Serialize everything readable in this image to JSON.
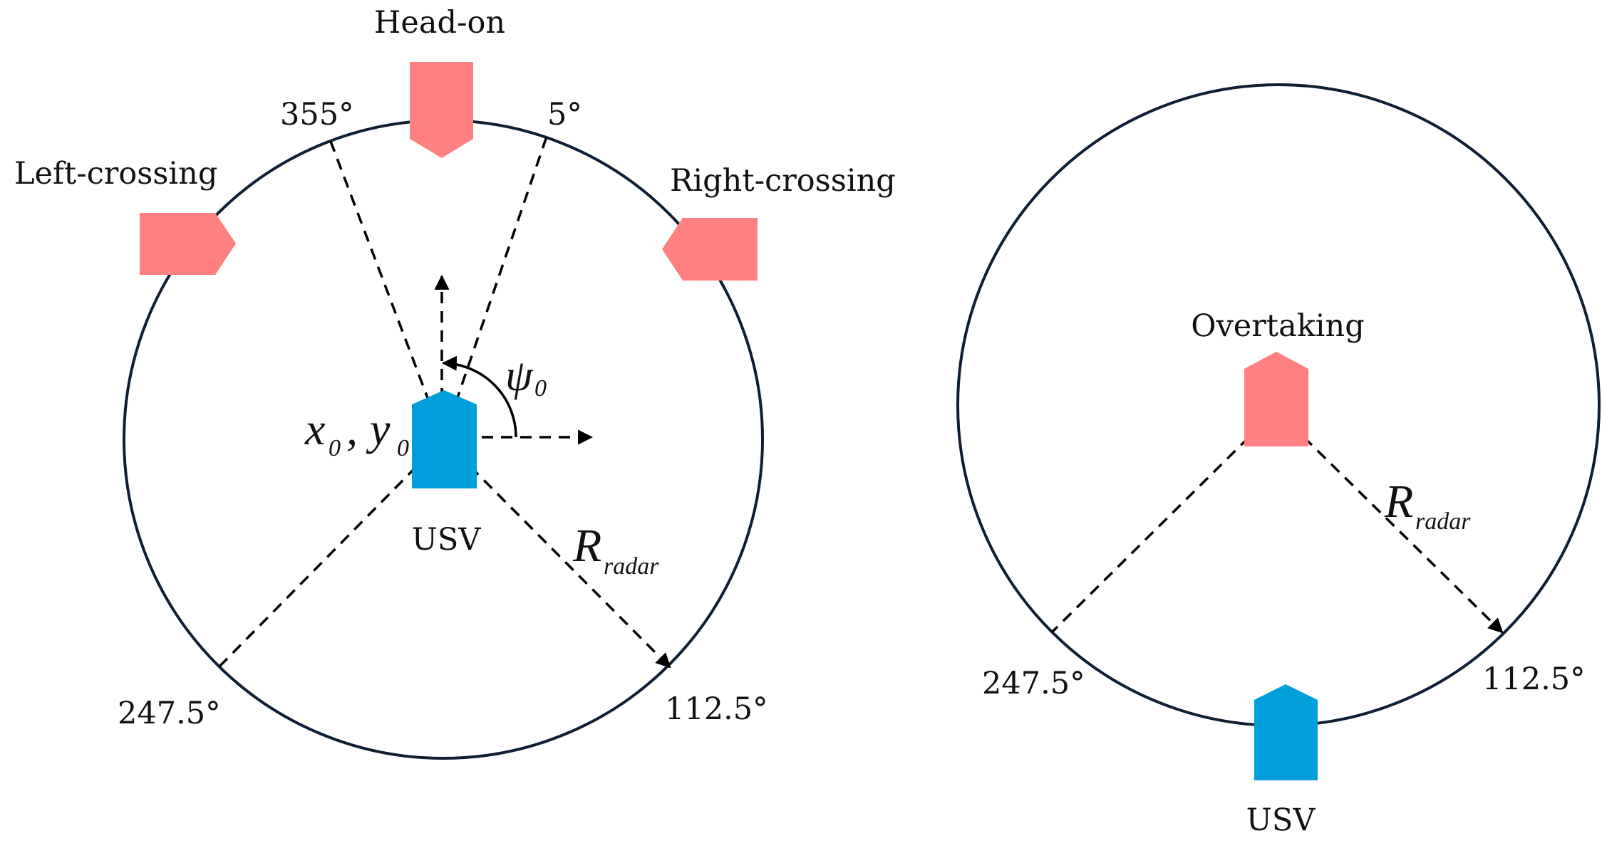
{
  "colors": {
    "target_vessel": "#ff8080",
    "own_vessel": "#009fdb",
    "circle": "#0f1f33"
  },
  "left_panel": {
    "labels": {
      "head_on": "Head-on",
      "left_crossing": "Left-crossing",
      "right_crossing": "Right-crossing",
      "angle_355": "355°",
      "angle_5": "5°",
      "angle_247": "247.5°",
      "angle_112": "112.5°",
      "usv": "USV"
    },
    "math": {
      "psi": "ψ",
      "psi_sub": "0",
      "x": "x",
      "x_sub": "0",
      "comma": ",",
      "y": "y",
      "y_sub": "0",
      "r": "R",
      "r_sub": "radar"
    }
  },
  "right_panel": {
    "labels": {
      "overtaking": "Overtaking",
      "angle_247": "247.5°",
      "angle_112": "112.5°",
      "usv": "USV"
    },
    "math": {
      "r": "R",
      "r_sub": "radar"
    }
  }
}
